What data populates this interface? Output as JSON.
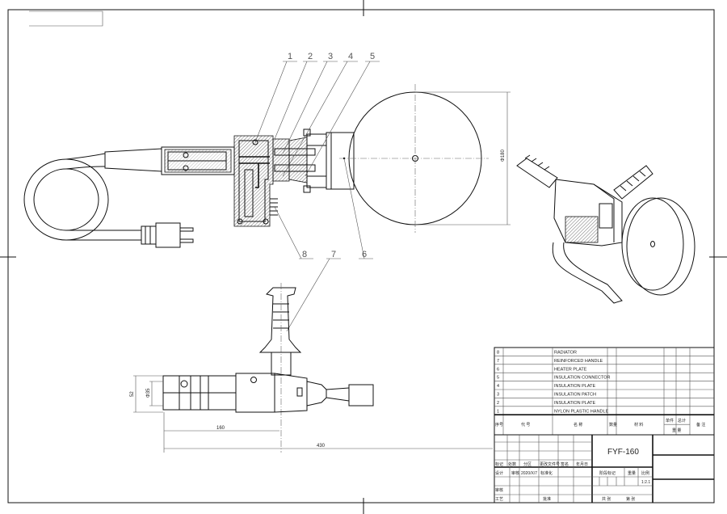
{
  "callouts": [
    "1",
    "2",
    "3",
    "4",
    "5",
    "6",
    "7",
    "8"
  ],
  "dimensions": {
    "disc_diameter": "Φ180",
    "height": "52",
    "grip_diameter": "Φ35",
    "handle_length": "160",
    "total_length": "430"
  },
  "parts_list": {
    "rows": [
      {
        "no": "8",
        "name": "RADIATOR"
      },
      {
        "no": "7",
        "name": "REINFORCED HANDLE"
      },
      {
        "no": "6",
        "name": "HEATER PLATE"
      },
      {
        "no": "5",
        "name": "INSULATION CONNECTOR"
      },
      {
        "no": "4",
        "name": "INSULATION PLATE"
      },
      {
        "no": "3",
        "name": "INSULATION PATCH"
      },
      {
        "no": "2",
        "name": "INSULATION PLATE"
      },
      {
        "no": "1",
        "name": "NYLON PLASTIC HANDLE"
      }
    ],
    "headers": {
      "no": "序号",
      "code": "代 号",
      "name": "名 称",
      "qty": "数量",
      "material": "材 料",
      "unit": "单件",
      "total": "总计",
      "weight": "重 量",
      "remark": "备 注"
    }
  },
  "title_block": {
    "model": "FYF-160",
    "mark": "标记",
    "count": "处数",
    "zone": "分区",
    "change_doc": "更改文件号",
    "sign": "签名",
    "date_col": "年月日",
    "design": "设计",
    "designer": "审核",
    "date": "2020/X/7",
    "standard": "标准化",
    "review": "审核",
    "process": "工艺",
    "approve": "批准",
    "stage": "阶段标记",
    "weight": "重量",
    "scale": "比例",
    "scale_value": "1:2.1",
    "sheet_total": "共 张",
    "sheet_no": "第 张"
  }
}
